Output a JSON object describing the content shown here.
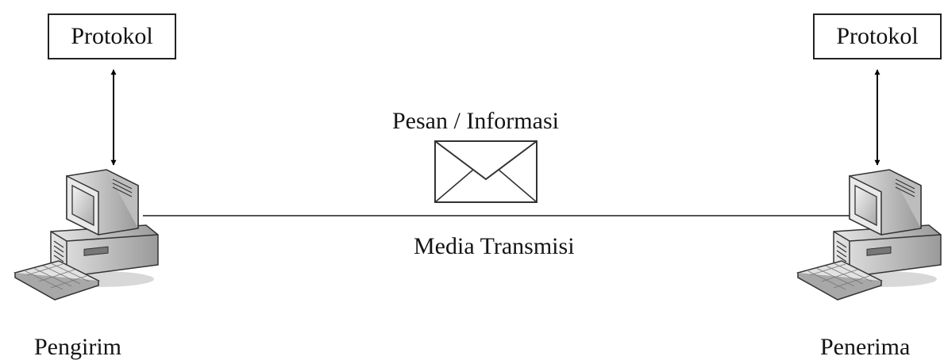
{
  "protocol_left": "Protokol",
  "protocol_right": "Protokol",
  "message_label": "Pesan / Informasi",
  "media_label": "Media Transmisi",
  "sender_label": "Pengirim",
  "receiver_label": "Penerima",
  "icons": {
    "computer": "computer-icon",
    "envelope": "envelope-icon"
  }
}
